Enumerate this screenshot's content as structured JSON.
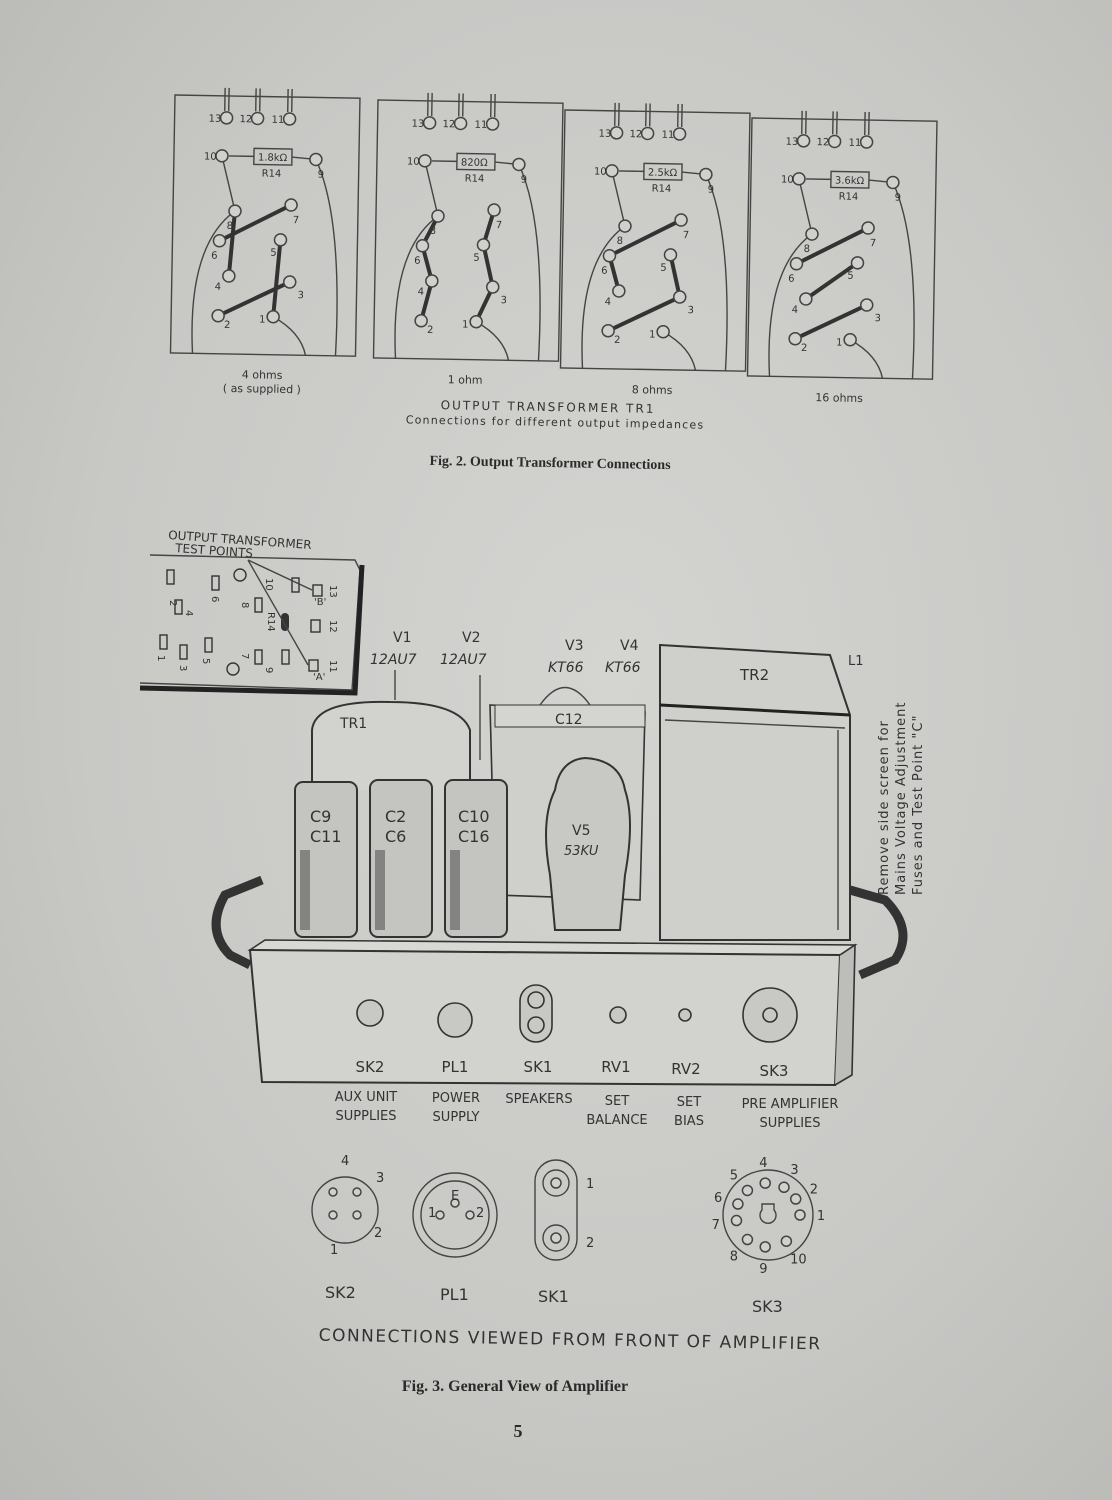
{
  "fig2": {
    "panels": [
      {
        "resistor": "1.8kΩ",
        "resistor_label": "R14",
        "impedance": "4 ohms",
        "note": "( as supplied )",
        "links": [
          [
            "8",
            "4"
          ],
          [
            "6",
            "7"
          ],
          [
            "5",
            "1"
          ],
          [
            "2",
            "3"
          ]
        ]
      },
      {
        "resistor": "820Ω",
        "resistor_label": "R14",
        "impedance": "1 ohm",
        "note": "",
        "links": [
          [
            "8",
            "6"
          ],
          [
            "6",
            "4"
          ],
          [
            "4",
            "2"
          ],
          [
            "7",
            "5"
          ],
          [
            "5",
            "3"
          ],
          [
            "3",
            "1"
          ]
        ]
      },
      {
        "resistor": "2.5kΩ",
        "resistor_label": "R14",
        "impedance": "8 ohms",
        "note": "",
        "links": [
          [
            "6",
            "7"
          ],
          [
            "6",
            "4"
          ],
          [
            "5",
            "3"
          ],
          [
            "3",
            "2"
          ]
        ]
      },
      {
        "resistor": "3.6kΩ",
        "resistor_label": "R14",
        "impedance": "16 ohms",
        "note": "",
        "links": [
          [
            "6",
            "7"
          ],
          [
            "4",
            "5"
          ],
          [
            "2",
            "3"
          ]
        ]
      }
    ],
    "pins": [
      "13",
      "12",
      "11",
      "10",
      "9",
      "8",
      "7",
      "6",
      "5",
      "4",
      "3",
      "2",
      "1"
    ],
    "title": "OUTPUT TRANSFORMER TR1",
    "subtitle": "Connections for different output impedances",
    "caption": "Fig. 2.   Output Transformer Connections"
  },
  "fig3": {
    "inset": {
      "title_line1": "OUTPUT TRANSFORMER",
      "title_line2": "TEST POINTS",
      "pins": [
        "1",
        "2",
        "3",
        "4",
        "5",
        "6",
        "7",
        "8",
        "9",
        "10",
        "11",
        "12",
        "13"
      ],
      "r14": "R14",
      "point_a": "'A'",
      "point_b": "'B'"
    },
    "valves": [
      {
        "ref": "V1",
        "type": "12AU7"
      },
      {
        "ref": "V2",
        "type": "12AU7"
      },
      {
        "ref": "V3",
        "type": "KT66"
      },
      {
        "ref": "V4",
        "type": "KT66"
      }
    ],
    "parts": {
      "tr1": "TR1",
      "tr2": "TR2",
      "l1": "L1",
      "c12": "C12",
      "cap1a": "C9",
      "cap1b": "C11",
      "cap2a": "C2",
      "cap2b": "C6",
      "cap3a": "C10",
      "cap3b": "C16",
      "v5": "V5",
      "v5_type": "53KU"
    },
    "side_note": [
      "Remove side screen for",
      "Mains Voltage Adjustment",
      "Fuses and Test Point \"C\""
    ],
    "front_panel": [
      {
        "ref": "SK2",
        "desc1": "AUX UNIT",
        "desc2": "SUPPLIES"
      },
      {
        "ref": "PL1",
        "desc1": "POWER",
        "desc2": "SUPPLY"
      },
      {
        "ref": "SK1",
        "desc1": "SPEAKERS",
        "desc2": ""
      },
      {
        "ref": "RV1",
        "desc1": "SET",
        "desc2": "BALANCE"
      },
      {
        "ref": "RV2",
        "desc1": "SET",
        "desc2": "BIAS"
      },
      {
        "ref": "SK3",
        "desc1": "PRE AMPLIFIER",
        "desc2": "SUPPLIES"
      }
    ],
    "connectors": {
      "sk2": {
        "label": "SK2",
        "pins": [
          "1",
          "2",
          "3",
          "4"
        ]
      },
      "pl1": {
        "label": "PL1",
        "pins": [
          "1",
          "E",
          "2"
        ]
      },
      "sk1": {
        "label": "SK1",
        "pins": [
          "1",
          "2"
        ]
      },
      "sk3": {
        "label": "SK3",
        "pins": [
          "1",
          "2",
          "3",
          "4",
          "5",
          "6",
          "7",
          "8",
          "9",
          "10"
        ]
      }
    },
    "connections_title": "CONNECTIONS VIEWED FROM FRONT OF AMPLIFIER",
    "caption": "Fig. 3.   General View of Amplifier"
  },
  "page_number": "5"
}
